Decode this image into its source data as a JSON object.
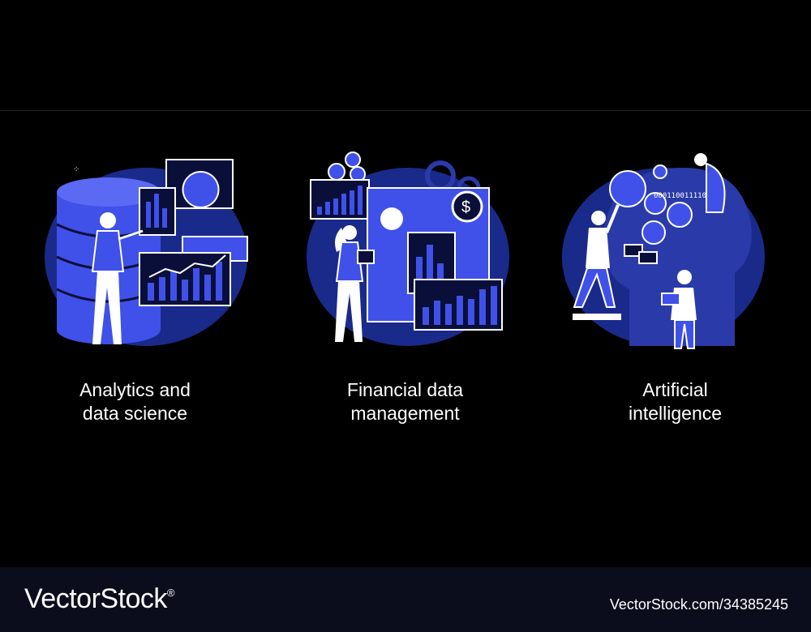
{
  "panels": [
    {
      "line1": "Analytics and",
      "line2": "data science"
    },
    {
      "line1": "Financial data",
      "line2": "management"
    },
    {
      "line1": "Artificial",
      "line2": "intelligence"
    }
  ],
  "illustration_text": {
    "binary": "00011001111010"
  },
  "footer": {
    "brand": "VectorStock",
    "registered": "®",
    "image_id": "VectorStock.com/34385245"
  },
  "colors": {
    "background": "#000000",
    "footer": "#0b0d1c",
    "blob": "#1a2a8a",
    "accent": "#3f51e8",
    "figure": "#ffffff"
  }
}
